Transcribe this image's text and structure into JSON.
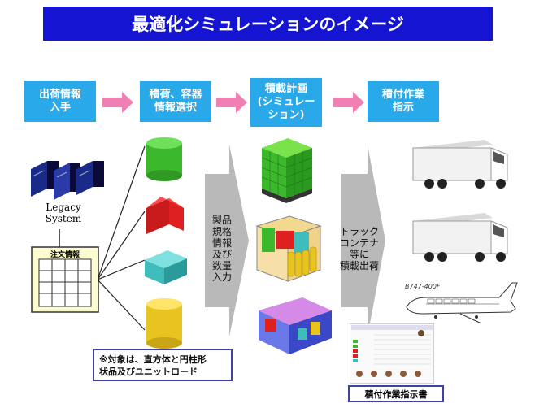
{
  "title": "最適化シミュレーションのイメージ",
  "steps": [
    {
      "label": "出荷情報\n入手"
    },
    {
      "label": "積荷、容器\n情報選択"
    },
    {
      "label": "積載計画\n(シミュレー\nション)"
    },
    {
      "label": "積付作業\n指示"
    }
  ],
  "legacy_system": "Legacy\nSystem",
  "order_info": "注文情報",
  "arrow1_text": "製品\n規格\n情報\n及び\n数量\n入力",
  "arrow2_text": "トラック\nコンテナ\n等に\n積載出荷",
  "note": "※対象は、直方体と円柱形\n状品及びユニットロード",
  "instruction_sheet": "積付作業指示書",
  "aircraft": "B747-400F",
  "colors": {
    "title_bg": "#1414d2",
    "step_bg": "#29a8ea",
    "arrow_pink": "#f07fb4",
    "big_arrow_gray": "#b9b9b9",
    "box_green": "#3cb82c",
    "box_red": "#e02020",
    "box_teal": "#3fbcbc",
    "cylinder_yellow": "#e8c420"
  }
}
